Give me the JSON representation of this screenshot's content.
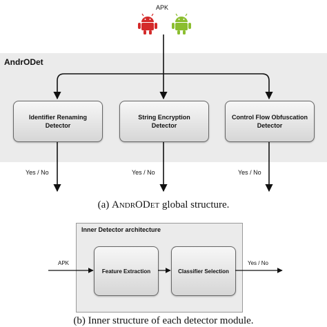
{
  "diagram_a": {
    "input_label": "APK",
    "icons": [
      "android-robot-red",
      "android-robot-green"
    ],
    "system_title": "AndrODet",
    "detectors": [
      {
        "line1": "Identifier Renaming",
        "line2": "Detector"
      },
      {
        "line1": "String Encryption",
        "line2": "Detector"
      },
      {
        "line1": "Control Flow Obfuscation",
        "line2": "Detector"
      }
    ],
    "output_labels": [
      "Yes / No",
      "Yes / No",
      "Yes / No"
    ],
    "caption_prefix": "(a) ",
    "caption_name": "AndrODet",
    "caption_suffix": " global structure."
  },
  "diagram_b": {
    "panel_title": "Inner Detector architecture",
    "input_label": "APK",
    "stages": [
      "Feature Extraction",
      "Classifier Selection"
    ],
    "output_label": "Yes / No",
    "caption": "(b) Inner structure of each detector module."
  },
  "colors": {
    "panel_bg": "#ebebeb",
    "arrow": "#111111",
    "robot_red": "#d42a2a",
    "robot_green": "#8bbe2f"
  }
}
